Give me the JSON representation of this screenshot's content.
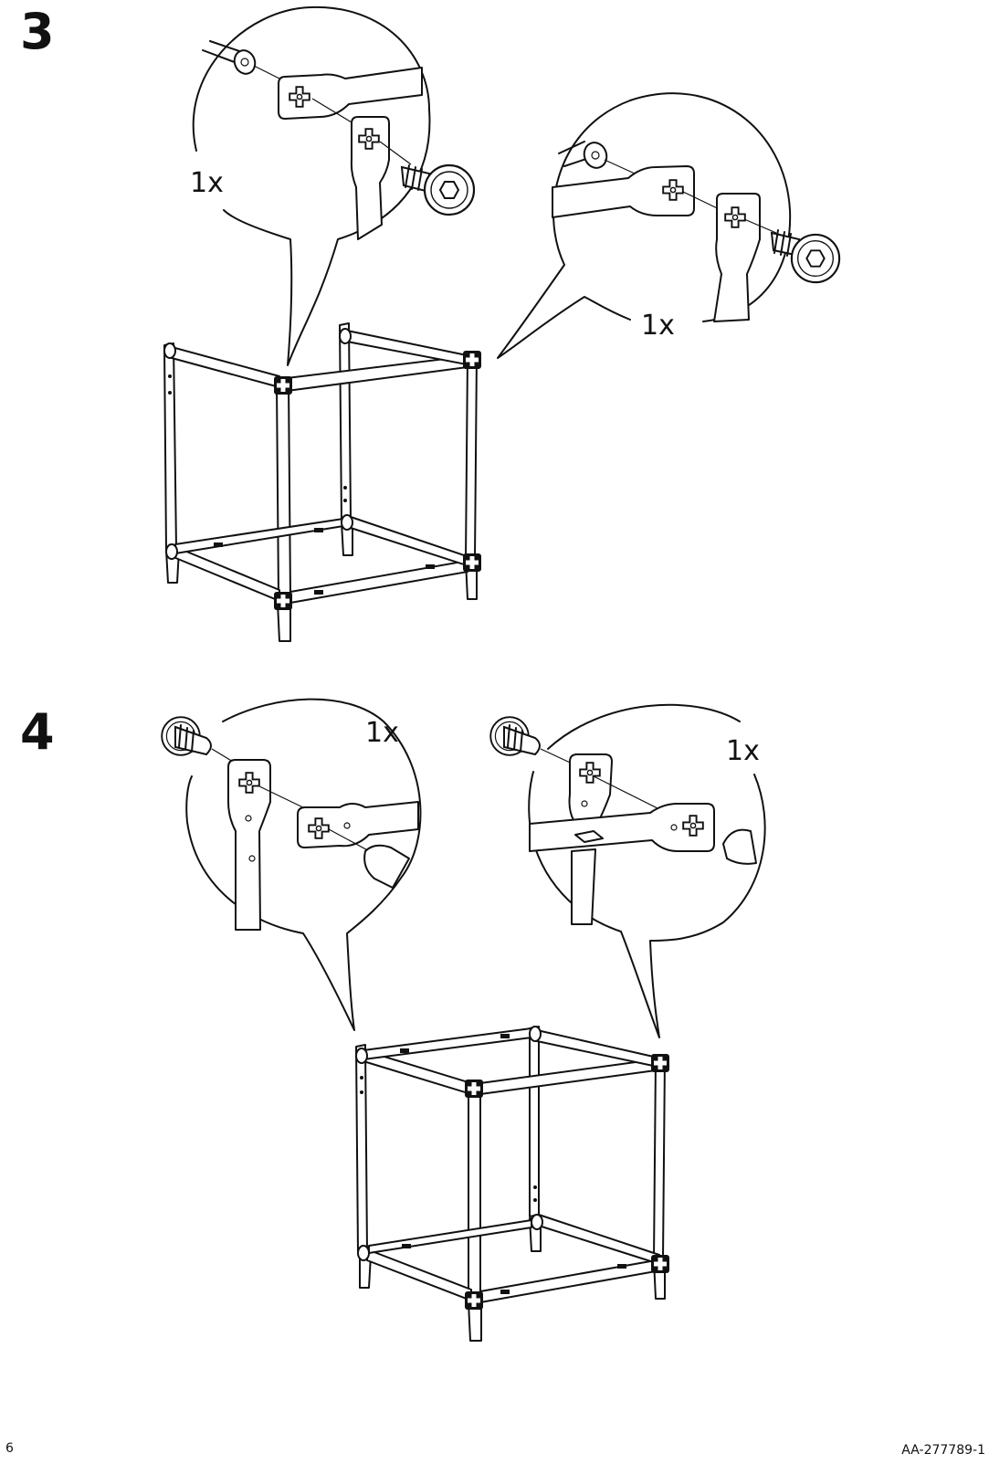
{
  "steps": [
    {
      "number": "3",
      "callouts": [
        {
          "quantity": "1x"
        },
        {
          "quantity": "1x"
        }
      ]
    },
    {
      "number": "4",
      "callouts": [
        {
          "quantity": "1x"
        },
        {
          "quantity": "1x"
        }
      ]
    }
  ],
  "footer": {
    "page_number": "6",
    "doc_code": "AA-277789-1"
  },
  "icons": [
    "hex-bolt-icon",
    "pin-icon",
    "bracket-icon",
    "frame-illustration"
  ]
}
